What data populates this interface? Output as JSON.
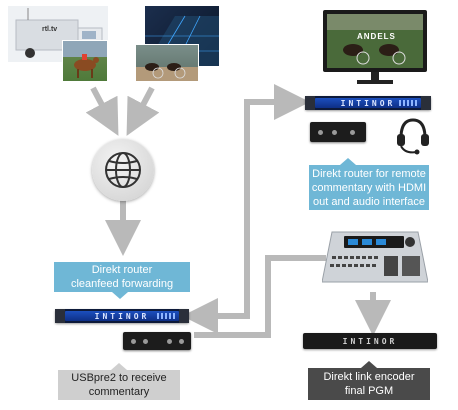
{
  "sources": {
    "truck_logo": "rtl.tv",
    "truck_label": "rtl.tv"
  },
  "monitor_caption": "ANDELS",
  "router": {
    "brand": "INTINOR"
  },
  "labels": {
    "remote_router": "Direkt router for remote\ncommentary with HDMI\nout and audio interface",
    "cleanfeed_router": "Direkt router\ncleanfeed forwarding",
    "usbpre": "USBpre2 to receive\ncommentary",
    "encoder": "Direkt link encoder\nfinal PGM"
  },
  "colors": {
    "light_blue": "#6fb7d6",
    "grey_label": "#cfcfcf",
    "dark_label": "#4a4a4a",
    "arrow": "#b9b9b9",
    "router_blue": "#1c4fbf"
  },
  "icons": [
    "globe-icon",
    "headset-icon",
    "monitor-icon",
    "mixer-icon",
    "truck-icon"
  ]
}
